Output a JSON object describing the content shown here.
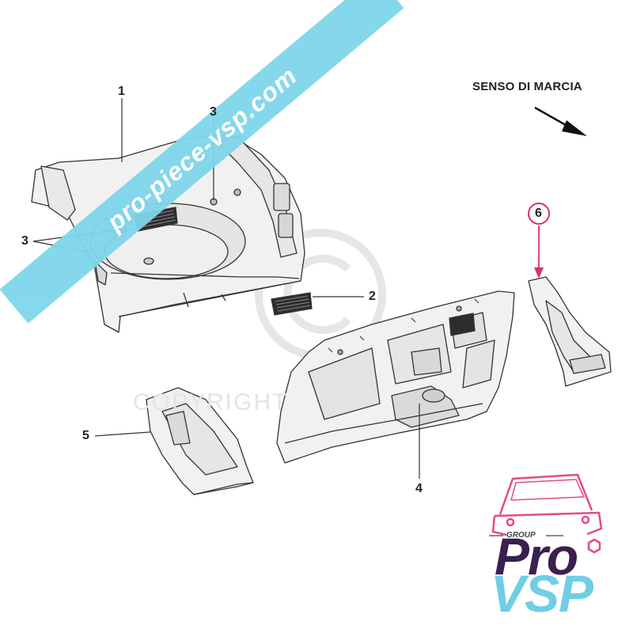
{
  "direction_label": "SENSO DI MARCIA",
  "callouts": {
    "c1": "1",
    "c2": "2",
    "c3a": "3",
    "c3b": "3",
    "c4": "4",
    "c5": "5",
    "c6": "6"
  },
  "watermark_site": "pro-piece-vsp.com",
  "watermark_copyright": "COPYRIGHT",
  "logo": {
    "group": "GROUP",
    "line1": "Pro",
    "line2": "VSP"
  },
  "colors": {
    "banner": "#7fd6ea",
    "highlight_callout": "#d6336c",
    "logo_dark": "#3a1f4f",
    "logo_light": "#70cde6",
    "logo_car": "#e24a8a"
  }
}
